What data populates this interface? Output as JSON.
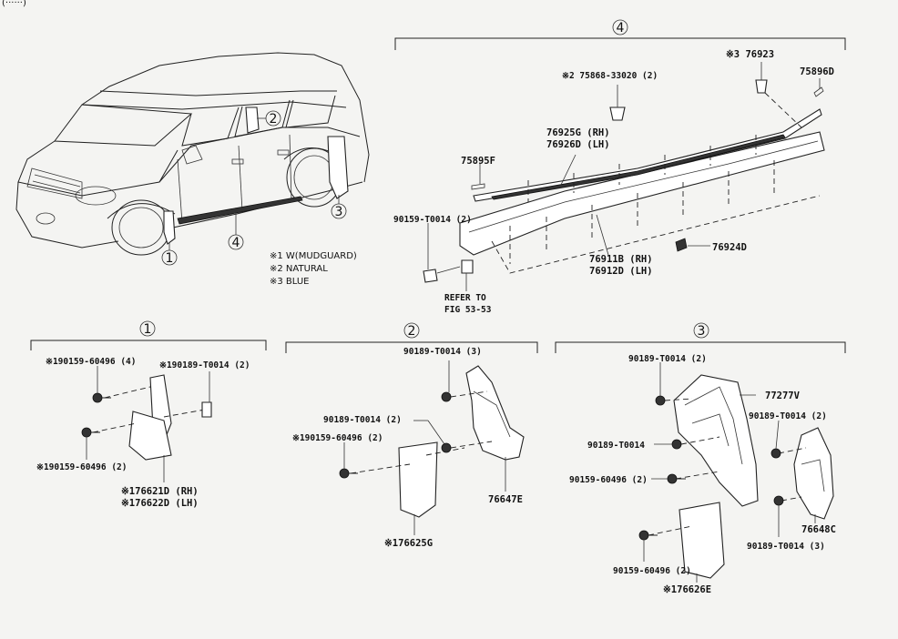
{
  "header_fragment": "(······)",
  "callouts": {
    "c1": "1",
    "c2": "2",
    "c3": "3",
    "c4": "4"
  },
  "legend": [
    "※1 W(MUDGUARD)",
    "※2 NATURAL",
    "※3 BLUE"
  ],
  "section4": {
    "num": "4",
    "p76923": "※3 76923",
    "p75896D": "75896D",
    "p75868": "※2 75868-33020 (2)",
    "p76925G": "76925G (RH)",
    "p76926D": "76926D (LH)",
    "p75895F": "75895F",
    "p90159": "90159-T0014 (2)",
    "p76924D": "76924D",
    "p76911B": "76911B (RH)",
    "p76912D": "76912D (LH)",
    "refer1": "REFER TO",
    "refer2": "FIG 53-53"
  },
  "section1": {
    "num": "1",
    "a": "※190159-60496 (4)",
    "b": "※190189-T0014 (2)",
    "c": "※190159-60496 (2)",
    "d": "※176621D (RH)",
    "e": "※176622D (LH)"
  },
  "section2": {
    "num": "2",
    "a": "90189-T0014 (3)",
    "b": "90189-T0014 (2)",
    "c": "※190159-60496 (2)",
    "d": "76647E",
    "e": "※176625G"
  },
  "section3": {
    "num": "3",
    "a": "90189-T0014 (2)",
    "b": "77277V",
    "c": "90189-T0014",
    "d": "90189-T0014 (2)",
    "e": "90159-60496 (2)",
    "f": "76648C",
    "g": "90189-T0014 (3)",
    "h": "90159-60496 (2)",
    "i": "※176626E"
  }
}
